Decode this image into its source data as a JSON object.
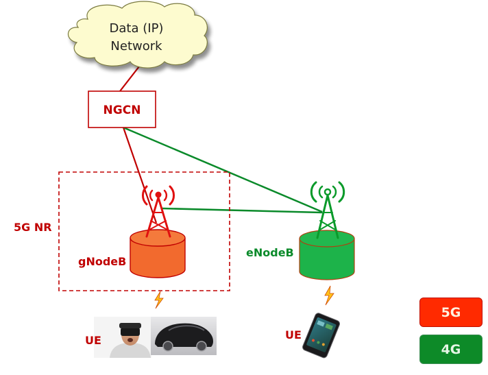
{
  "cloud": {
    "line1": "Data (IP)",
    "line2": "Network"
  },
  "core": {
    "label": "NGCN"
  },
  "nr_group": {
    "label": "5G NR"
  },
  "gnodeb": {
    "label": "gNodeB"
  },
  "enodeb": {
    "label": "eNodeB"
  },
  "ue_5g": {
    "label": "UE",
    "devices": [
      "vr-headset-user-photo",
      "concept-car-photo"
    ]
  },
  "ue_4g": {
    "label": "UE",
    "devices": [
      "smartphone-photo"
    ]
  },
  "legend": [
    {
      "label": "5G",
      "color": "#ff2a00"
    },
    {
      "label": "4G",
      "color": "#0d8a28"
    }
  ],
  "colors": {
    "red_5g": "#c00000",
    "green_4g": "#0a8a2a",
    "cloud_fill": "#fdfbcf",
    "gnodeb_fill": "#f26a2e",
    "enodeb_fill": "#1db34a"
  }
}
